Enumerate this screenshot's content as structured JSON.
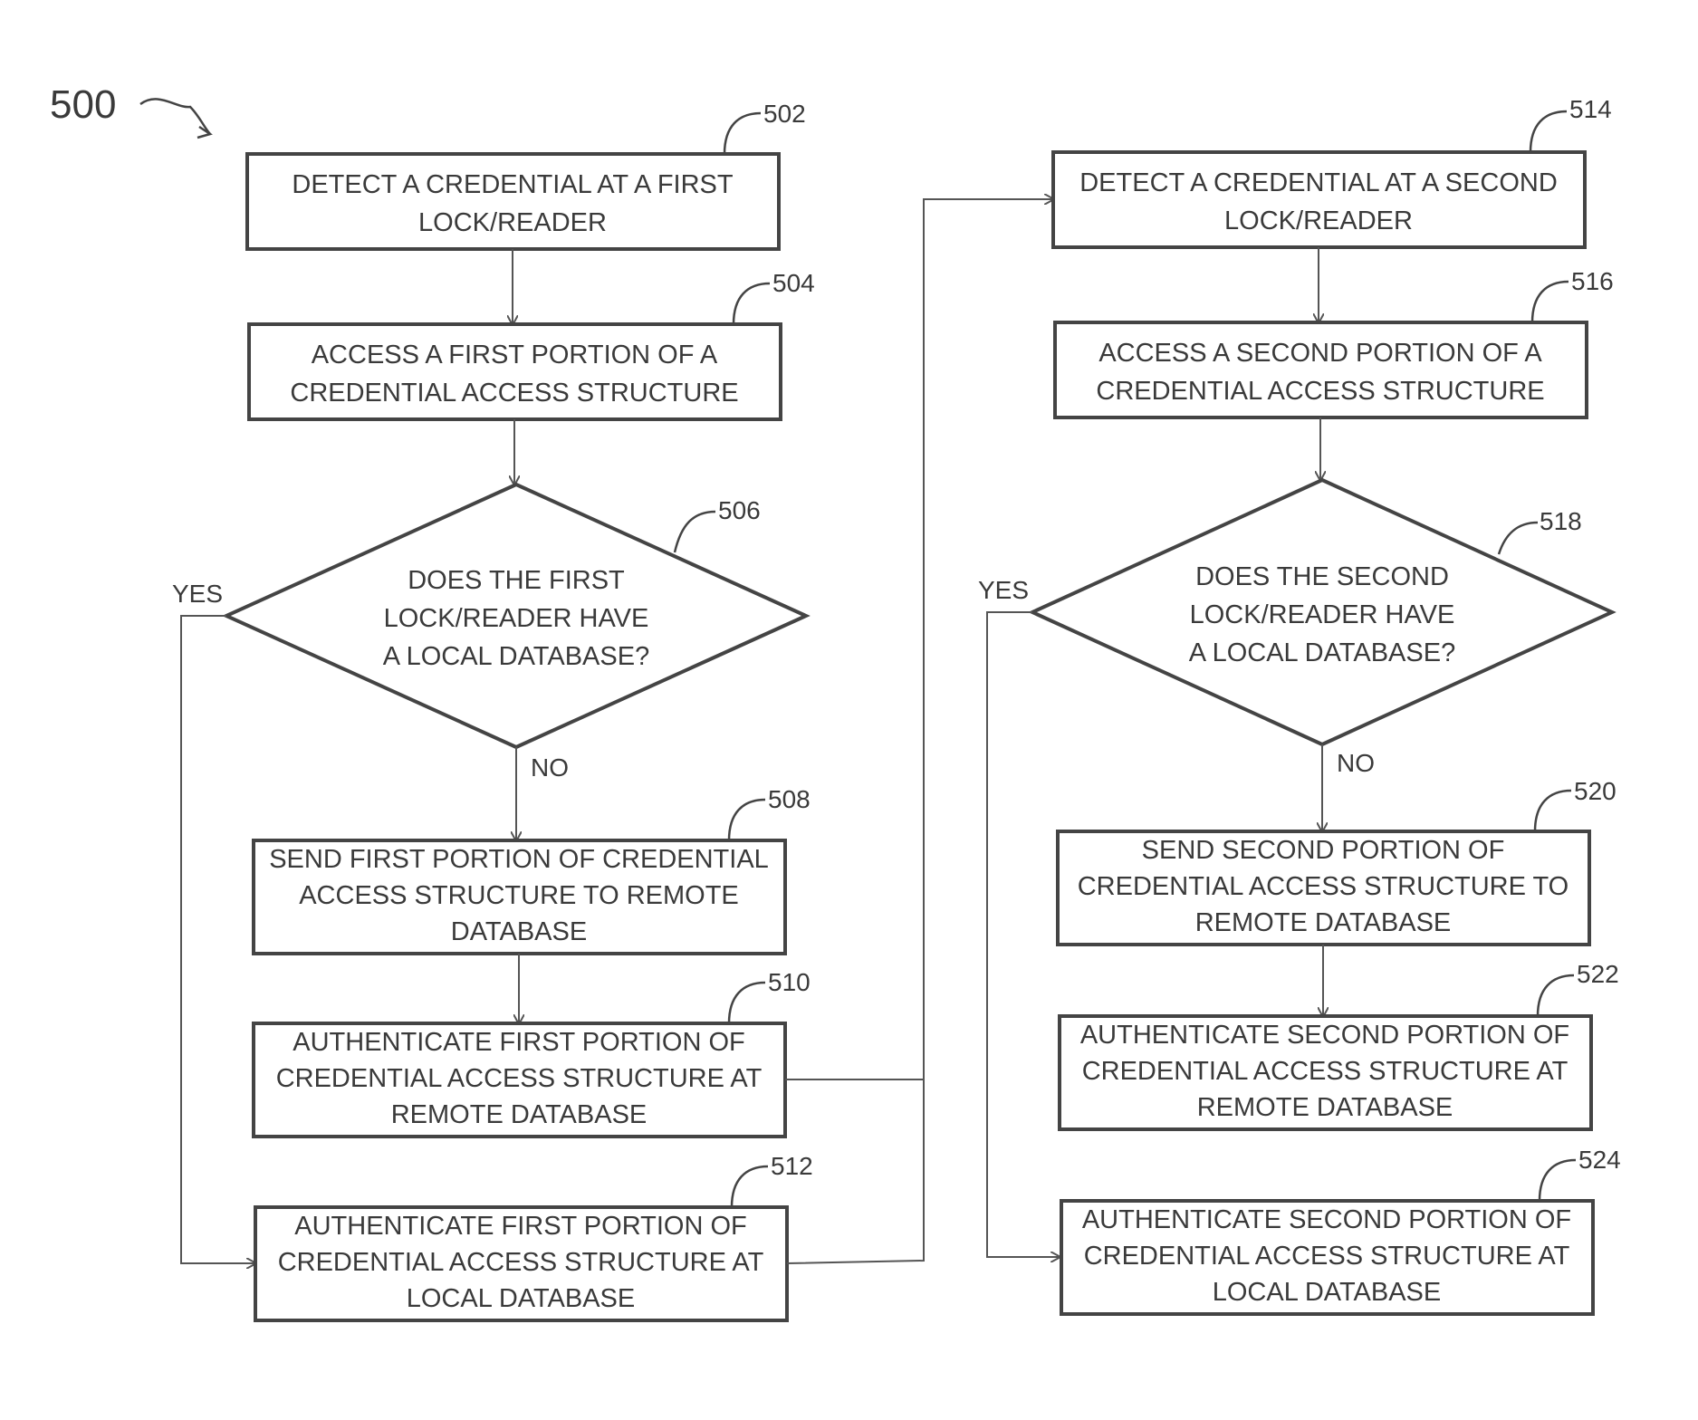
{
  "figure_label": "500",
  "steps": {
    "s502": {
      "ref": "502",
      "lines": [
        "DETECT A CREDENTIAL AT A FIRST",
        "LOCK/READER"
      ]
    },
    "s504": {
      "ref": "504",
      "lines": [
        "ACCESS A FIRST PORTION OF A",
        "CREDENTIAL ACCESS STRUCTURE"
      ]
    },
    "s506": {
      "ref": "506",
      "lines": [
        "DOES THE FIRST",
        "LOCK/READER HAVE",
        "A LOCAL DATABASE?"
      ]
    },
    "s508": {
      "ref": "508",
      "lines": [
        "SEND FIRST PORTION OF CREDENTIAL",
        "ACCESS STRUCTURE TO REMOTE",
        "DATABASE"
      ]
    },
    "s510": {
      "ref": "510",
      "lines": [
        "AUTHENTICATE FIRST PORTION OF",
        "CREDENTIAL ACCESS STRUCTURE AT",
        "REMOTE DATABASE"
      ]
    },
    "s512": {
      "ref": "512",
      "lines": [
        "AUTHENTICATE FIRST PORTION OF",
        "CREDENTIAL ACCESS STRUCTURE AT",
        "LOCAL DATABASE"
      ]
    },
    "s514": {
      "ref": "514",
      "lines": [
        "DETECT A CREDENTIAL AT A SECOND",
        "LOCK/READER"
      ]
    },
    "s516": {
      "ref": "516",
      "lines": [
        "ACCESS A SECOND PORTION OF A",
        "CREDENTIAL ACCESS STRUCTURE"
      ]
    },
    "s518": {
      "ref": "518",
      "lines": [
        "DOES THE SECOND",
        "LOCK/READER HAVE",
        "A LOCAL DATABASE?"
      ]
    },
    "s520": {
      "ref": "520",
      "lines": [
        "SEND SECOND PORTION OF",
        "CREDENTIAL ACCESS STRUCTURE TO",
        "REMOTE DATABASE"
      ]
    },
    "s522": {
      "ref": "522",
      "lines": [
        "AUTHENTICATE SECOND PORTION OF",
        "CREDENTIAL ACCESS STRUCTURE AT",
        "REMOTE DATABASE"
      ]
    },
    "s524": {
      "ref": "524",
      "lines": [
        "AUTHENTICATE SECOND PORTION OF",
        "CREDENTIAL ACCESS STRUCTURE AT",
        "LOCAL DATABASE"
      ]
    }
  },
  "branch_labels": {
    "yes_left": "YES",
    "no_left": "NO",
    "yes_right": "YES",
    "no_right": "NO"
  }
}
